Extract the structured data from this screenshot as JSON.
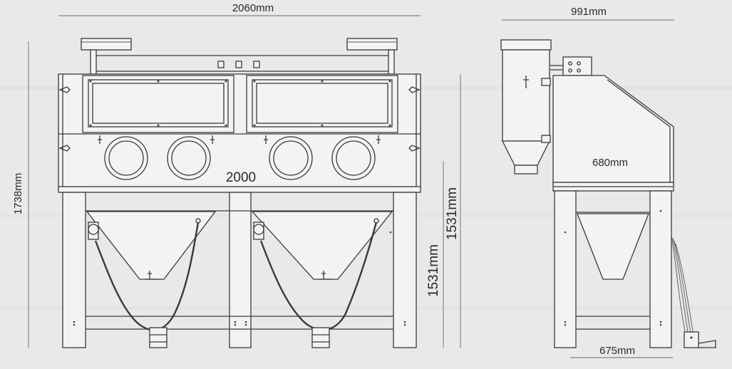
{
  "dimensions": {
    "overall_width": "2060mm",
    "side_width": "991mm",
    "overall_height": "1738mm",
    "cabinet_width": "2000",
    "height_middle": "1531mm",
    "height_lower": "1531mm",
    "side_depth": "680mm",
    "base_depth": "675mm"
  },
  "colors": {
    "background": "#e9e9e9",
    "line": "#3a3a3a"
  }
}
